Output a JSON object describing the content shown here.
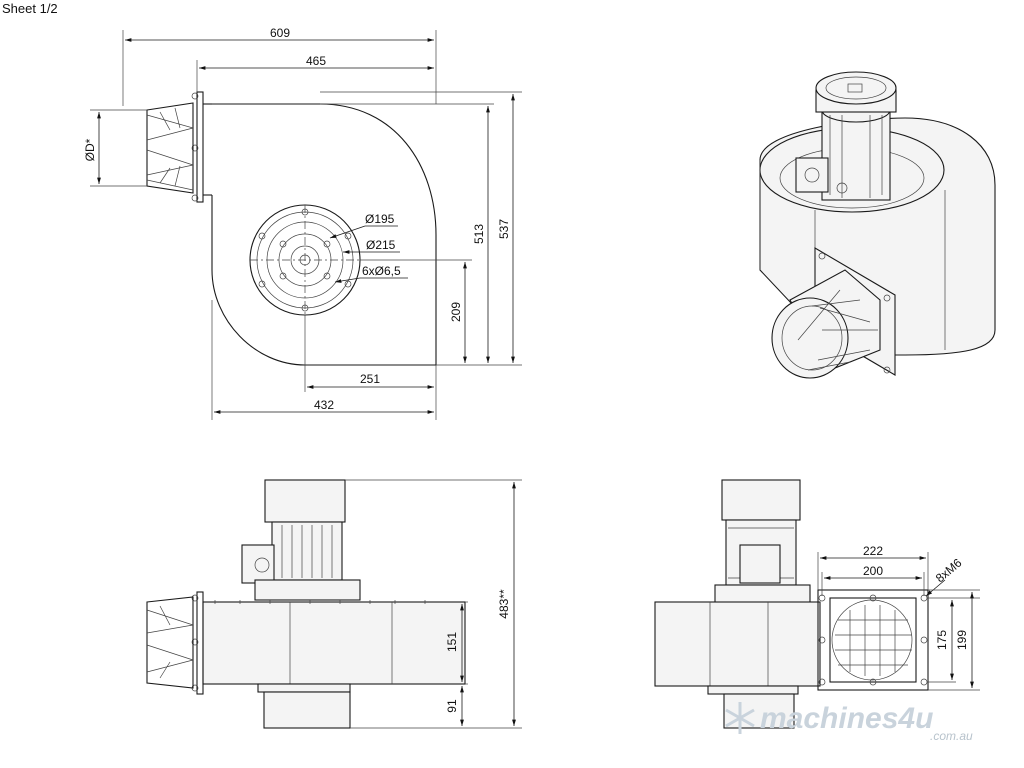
{
  "sheet_label": "Sheet 1/2",
  "top_view": {
    "dims": {
      "overall_width": "609",
      "flange_to_edge": "465",
      "inlet_diameter": "ØD*",
      "hub_d1": "Ø195",
      "hub_d2": "Ø215",
      "hub_holes": "6xØ6,5",
      "height_513": "513",
      "height_537": "537",
      "center_height": "209",
      "center_offset": "251",
      "housing_width": "432"
    }
  },
  "side_view": {
    "dims": {
      "overall_height": "483**",
      "housing_height": "151",
      "base_height": "91"
    }
  },
  "front_view": {
    "dims": {
      "outer_width": "222",
      "inner_width": "200",
      "bolts": "8xM6",
      "inner_height": "175",
      "outer_height": "199"
    }
  },
  "watermark": {
    "brand": "machines4u",
    "domain": ".com.au"
  }
}
